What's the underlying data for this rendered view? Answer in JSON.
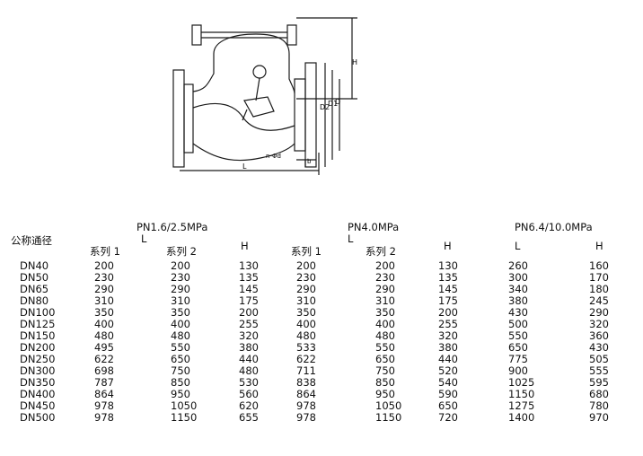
{
  "drawing": {
    "dim_labels": [
      "H",
      "D2",
      "D1",
      "D",
      "n-Φd",
      "b",
      "L"
    ]
  },
  "table": {
    "row_header": "公称通径",
    "groups": [
      {
        "pressure": "PN1.6/2.5MPa",
        "length_label": "L",
        "series1": "系列 1",
        "series2": "系列 2",
        "h": "H"
      },
      {
        "pressure": "PN4.0MPa",
        "length_label": "L",
        "series1": "系列 1",
        "series2": "系列 2",
        "h": "H"
      },
      {
        "pressure": "PN6.4/10.0MPa",
        "length_label": "L",
        "h": "H"
      }
    ],
    "rows": [
      [
        "DN40",
        "200",
        "200",
        "130",
        "200",
        "200",
        "130",
        "260",
        "160"
      ],
      [
        "DN50",
        "230",
        "230",
        "135",
        "230",
        "230",
        "135",
        "300",
        "170"
      ],
      [
        "DN65",
        "290",
        "290",
        "145",
        "290",
        "290",
        "145",
        "340",
        "180"
      ],
      [
        "DN80",
        "310",
        "310",
        "175",
        "310",
        "310",
        "175",
        "380",
        "245"
      ],
      [
        "DN100",
        "350",
        "350",
        "200",
        "350",
        "350",
        "200",
        "430",
        "290"
      ],
      [
        "DN125",
        "400",
        "400",
        "255",
        "400",
        "400",
        "255",
        "500",
        "320"
      ],
      [
        "DN150",
        "480",
        "480",
        "320",
        "480",
        "480",
        "320",
        "550",
        "360"
      ],
      [
        "DN200",
        "495",
        "550",
        "380",
        "533",
        "550",
        "380",
        "650",
        "430"
      ],
      [
        "DN250",
        "622",
        "650",
        "440",
        "622",
        "650",
        "440",
        "775",
        "505"
      ],
      [
        "DN300",
        "698",
        "750",
        "480",
        "711",
        "750",
        "520",
        "900",
        "555"
      ],
      [
        "DN350",
        "787",
        "850",
        "530",
        "838",
        "850",
        "540",
        "1025",
        "595"
      ],
      [
        "DN400",
        "864",
        "950",
        "560",
        "864",
        "950",
        "590",
        "1150",
        "680"
      ],
      [
        "DN450",
        "978",
        "1050",
        "620",
        "978",
        "1050",
        "650",
        "1275",
        "780"
      ],
      [
        "DN500",
        "978",
        "1150",
        "655",
        "978",
        "1150",
        "720",
        "1400",
        "970"
      ]
    ]
  }
}
